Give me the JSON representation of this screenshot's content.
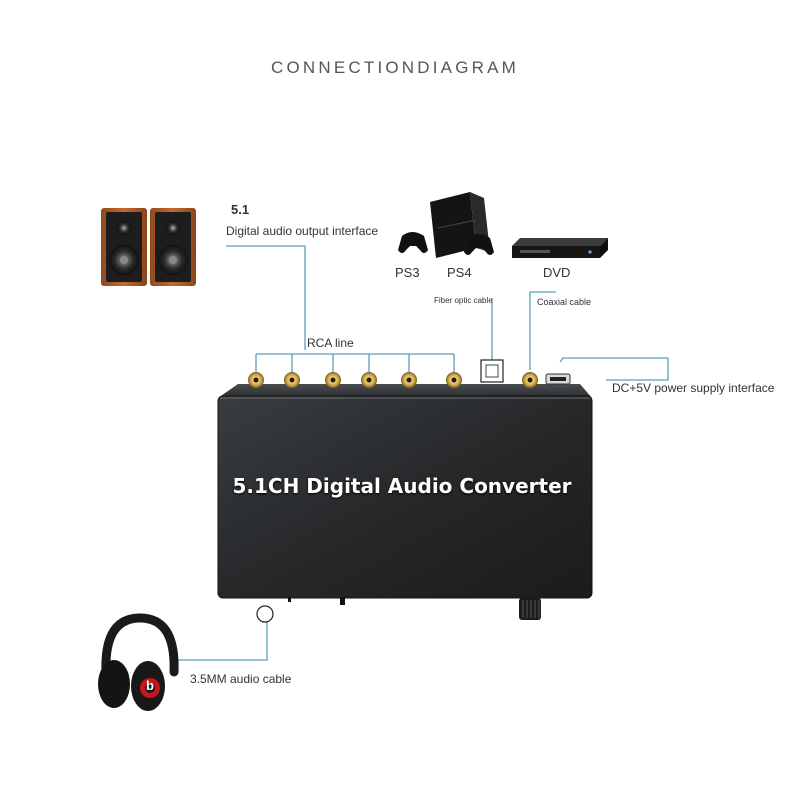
{
  "title": "CONNECTIONDIAGRAM",
  "device": {
    "name": "5.1CH Digital Audio Converter"
  },
  "labels": {
    "output_number": "5.1",
    "output_interface": "Digital audio output interface",
    "rca_line": "RCA line",
    "ps3": "PS3",
    "ps4": "PS4",
    "dvd": "DVD",
    "fiber_optic_cable": "Fiber optic cable",
    "coaxial_cable": "Coaxial cable",
    "power_interface": "DC+5V power supply interface",
    "audio_cable": "3.5MM audio cable",
    "headphone_brand": "b"
  },
  "colors": {
    "connector_line": "#5a9fb5",
    "device_body": "#222426",
    "rca_gold": "#c9a24a",
    "speaker_wood": "#b5622c"
  },
  "icons": {
    "speakers": "speaker-icon",
    "console": "game-console-icon",
    "dvd_player": "dvd-player-icon",
    "headphones": "headphones-icon"
  }
}
